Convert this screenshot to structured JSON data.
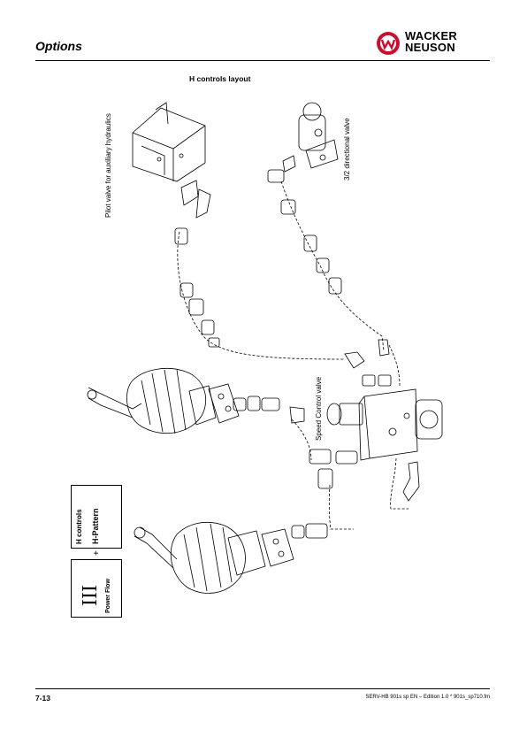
{
  "header": {
    "title": "Options",
    "brand_line1": "WACKER",
    "brand_line2": "NEUSON"
  },
  "figure": {
    "title": "H controls layout",
    "labels": {
      "pilot_valve": "Pilot valve for auxiliary hydraulics",
      "directional_valve": "3/2 directional valve",
      "speed_control_valve": "Speed Control valve"
    },
    "badges": {
      "h_controls": "H controls",
      "h_pattern": "H-Pattern",
      "plus": "+",
      "roman": "III",
      "power_flow": "Power Flow"
    }
  },
  "footer": {
    "page": "7-13",
    "reference": "SERV-HB 901s sp EN – Edition 1.0 * 901s_sp710.fm"
  },
  "colors": {
    "text": "#000000",
    "logo_red": "#c8102e",
    "line": "#000000"
  }
}
